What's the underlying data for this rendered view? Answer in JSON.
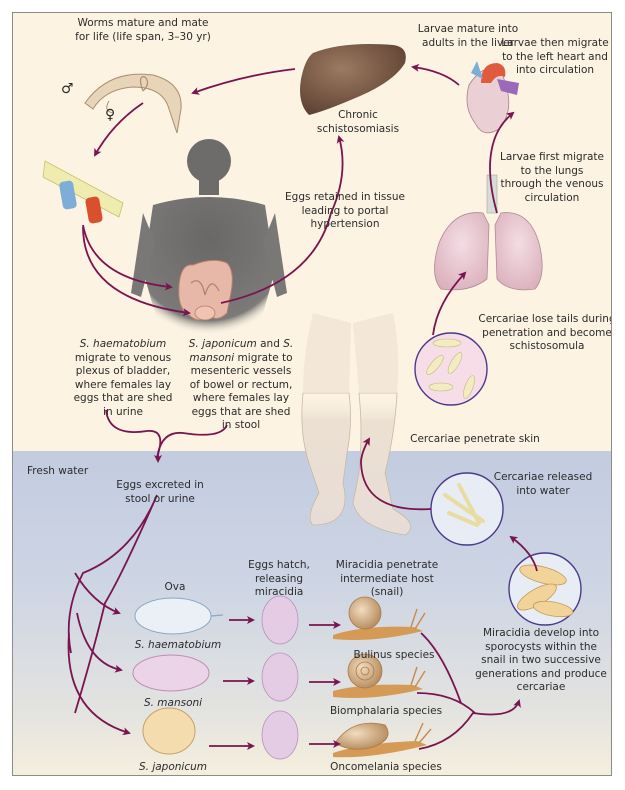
{
  "title": "Schistosomiasis life cycle",
  "zones": {
    "human_host": "",
    "fresh_water": "Fresh water"
  },
  "colors": {
    "land_background": "#fcf3e2",
    "water_background": "#c3cce0",
    "arrow": "#7a1450",
    "silhouette": "#6e6c6a",
    "circle_border": "#4a3a8a"
  },
  "labels": {
    "worms_mate": "Worms mature and mate\nfor life (life span, 3–30 yr)",
    "male_symbol": "♂",
    "female_symbol": "♀",
    "larvae_mature_liver": "Larvae mature into\nadults in the liver",
    "larvae_left_heart": "Larvae then migrate\nto the left heart and\ninto circulation",
    "chronic": "Chronic\nschistosomiasis",
    "larvae_lungs": "Larvae first migrate\nto the lungs\nthrough the venous\ncirculation",
    "eggs_retained": "Eggs retained in tissue\nleading to portal\nhypertension",
    "haematobium_species": "S. haematobium",
    "haematobium_text": "migrate to venous\nplexus of bladder,\nwhere females lay\neggs that are shed\nin urine",
    "japonicum_species": "S. japonicum",
    "japonicum_and": " and ",
    "mansoni_species_start": "S.",
    "mansoni_species_end": "mansoni",
    "japonicum_text_1": " migrate to",
    "japonicum_text_2": "mesenteric vessels\nof bowel or rectum,\nwhere females lay\neggs that are shed\nin stool",
    "cercariae_lose_tails": "Cercariae lose tails during\npenetration and become\nschistosomula",
    "cercariae_penetrate": "Cercariae penetrate skin",
    "eggs_excreted": "Eggs excreted in\nstool or urine",
    "cercariae_released": "Cercariae released\ninto water",
    "ova": "Ova",
    "eggs_hatch": "Eggs hatch,\nreleasing\nmiracidia",
    "miracidia_penetrate": "Miracidia penetrate\nintermediate host\n(snail)",
    "miracidia_develop": "Miracidia develop into\nsporocysts within the\nsnail in two successive\ngenerations and produce\ncercariae"
  },
  "species_rows": [
    {
      "egg_label": "S. haematobium",
      "snail_label": "Bulinus species"
    },
    {
      "egg_label": "S. mansoni",
      "snail_label": "Biomphalaria species"
    },
    {
      "egg_label": "S. japonicum",
      "snail_label": "Oncomelania species"
    }
  ]
}
